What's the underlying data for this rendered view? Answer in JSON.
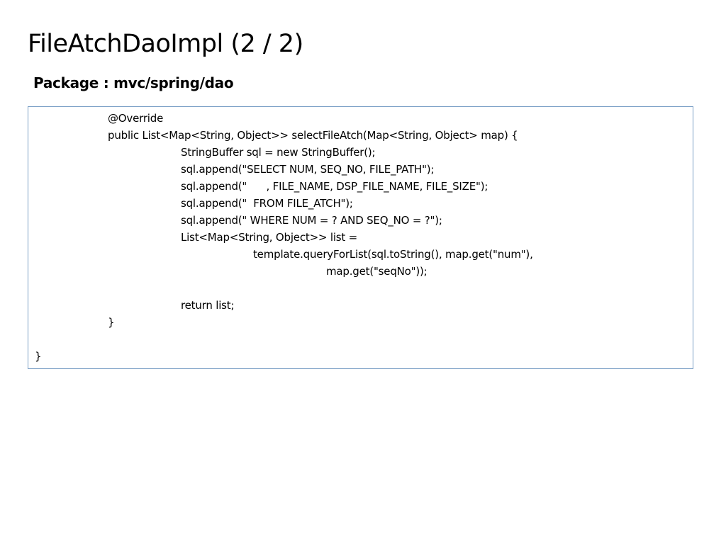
{
  "slide": {
    "title": "FileAtchDaoImpl (2 / 2)",
    "subtitle": "Package : mvc/spring/dao"
  },
  "code": {
    "lines": [
      {
        "indent": 1,
        "text": "@Override"
      },
      {
        "indent": 1,
        "text": "public List<Map<String, Object>> selectFileAtch(Map<String, Object> map) {"
      },
      {
        "indent": 2,
        "text": "StringBuffer sql = new StringBuffer();"
      },
      {
        "indent": 2,
        "text": "sql.append(\"SELECT NUM, SEQ_NO, FILE_PATH\");"
      },
      {
        "indent": 2,
        "text": "sql.append(\"      , FILE_NAME, DSP_FILE_NAME, FILE_SIZE\");"
      },
      {
        "indent": 2,
        "text": "sql.append(\"  FROM FILE_ATCH\");"
      },
      {
        "indent": 2,
        "text": "sql.append(\" WHERE NUM = ? AND SEQ_NO = ?\");"
      },
      {
        "indent": 2,
        "text": "List<Map<String, Object>> list ="
      },
      {
        "indent": 3,
        "text": "template.queryForList(sql.toString(), map.get(\"num\"),"
      },
      {
        "indent": 4,
        "text": "map.get(\"seqNo\"));"
      },
      {
        "indent": 2,
        "text": ""
      },
      {
        "indent": 2,
        "text": "return list;"
      },
      {
        "indent": 1,
        "text": "}"
      },
      {
        "indent": 0,
        "text": ""
      },
      {
        "indent": 0,
        "text": "}"
      }
    ]
  }
}
